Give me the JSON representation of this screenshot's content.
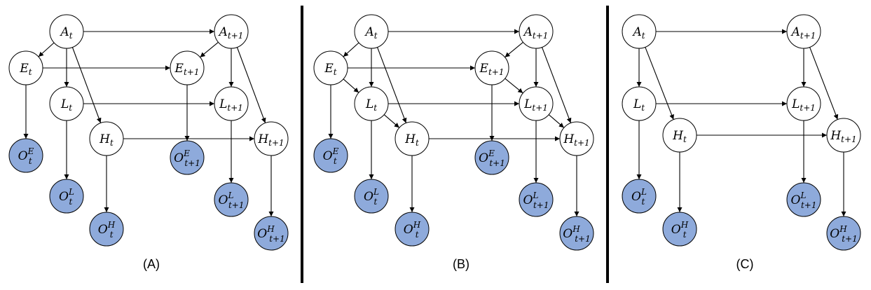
{
  "figure": {
    "panels": [
      {
        "id": "A",
        "label": "(A)",
        "nodes": [
          {
            "id": "At",
            "base": "A",
            "sub": "t",
            "sup": "",
            "observed": false
          },
          {
            "id": "At1",
            "base": "A",
            "sub": "t+1",
            "sup": "",
            "observed": false
          },
          {
            "id": "Et",
            "base": "E",
            "sub": "t",
            "sup": "",
            "observed": false
          },
          {
            "id": "Et1",
            "base": "E",
            "sub": "t+1",
            "sup": "",
            "observed": false
          },
          {
            "id": "Lt",
            "base": "L",
            "sub": "t",
            "sup": "",
            "observed": false
          },
          {
            "id": "Lt1",
            "base": "L",
            "sub": "t+1",
            "sup": "",
            "observed": false
          },
          {
            "id": "Ht",
            "base": "H",
            "sub": "t",
            "sup": "",
            "observed": false
          },
          {
            "id": "Ht1",
            "base": "H",
            "sub": "t+1",
            "sup": "",
            "observed": false
          },
          {
            "id": "OEt",
            "base": "O",
            "sub": "t",
            "sup": "E",
            "observed": true
          },
          {
            "id": "OEt1",
            "base": "O",
            "sub": "t+1",
            "sup": "E",
            "observed": true
          },
          {
            "id": "OLt",
            "base": "O",
            "sub": "t",
            "sup": "L",
            "observed": true
          },
          {
            "id": "OLt1",
            "base": "O",
            "sub": "t+1",
            "sup": "L",
            "observed": true
          },
          {
            "id": "OHt",
            "base": "O",
            "sub": "t",
            "sup": "H",
            "observed": true
          },
          {
            "id": "OHt1",
            "base": "O",
            "sub": "t+1",
            "sup": "H",
            "observed": true
          }
        ],
        "edges": [
          [
            "At",
            "At1"
          ],
          [
            "At",
            "Et"
          ],
          [
            "At",
            "Lt"
          ],
          [
            "At",
            "Ht"
          ],
          [
            "At1",
            "Et1"
          ],
          [
            "At1",
            "Lt1"
          ],
          [
            "At1",
            "Ht1"
          ],
          [
            "Et",
            "Et1"
          ],
          [
            "Lt",
            "Lt1"
          ],
          [
            "Ht",
            "Ht1"
          ],
          [
            "Et",
            "OEt"
          ],
          [
            "Lt",
            "OLt"
          ],
          [
            "Ht",
            "OHt"
          ],
          [
            "Et1",
            "OEt1"
          ],
          [
            "Lt1",
            "OLt1"
          ],
          [
            "Ht1",
            "OHt1"
          ]
        ]
      },
      {
        "id": "B",
        "label": "(B)",
        "nodes": [
          {
            "id": "At",
            "base": "A",
            "sub": "t",
            "sup": "",
            "observed": false
          },
          {
            "id": "At1",
            "base": "A",
            "sub": "t+1",
            "sup": "",
            "observed": false
          },
          {
            "id": "Et",
            "base": "E",
            "sub": "t",
            "sup": "",
            "observed": false
          },
          {
            "id": "Et1",
            "base": "E",
            "sub": "t+1",
            "sup": "",
            "observed": false
          },
          {
            "id": "Lt",
            "base": "L",
            "sub": "t",
            "sup": "",
            "observed": false
          },
          {
            "id": "Lt1",
            "base": "L",
            "sub": "t+1",
            "sup": "",
            "observed": false
          },
          {
            "id": "Ht",
            "base": "H",
            "sub": "t",
            "sup": "",
            "observed": false
          },
          {
            "id": "Ht1",
            "base": "H",
            "sub": "t+1",
            "sup": "",
            "observed": false
          },
          {
            "id": "OEt",
            "base": "O",
            "sub": "t",
            "sup": "E",
            "observed": true
          },
          {
            "id": "OEt1",
            "base": "O",
            "sub": "t+1",
            "sup": "E",
            "observed": true
          },
          {
            "id": "OLt",
            "base": "O",
            "sub": "t",
            "sup": "L",
            "observed": true
          },
          {
            "id": "OLt1",
            "base": "O",
            "sub": "t+1",
            "sup": "L",
            "observed": true
          },
          {
            "id": "OHt",
            "base": "O",
            "sub": "t",
            "sup": "H",
            "observed": true
          },
          {
            "id": "OHt1",
            "base": "O",
            "sub": "t+1",
            "sup": "H",
            "observed": true
          }
        ],
        "edges": [
          [
            "At",
            "At1"
          ],
          [
            "At",
            "Et"
          ],
          [
            "At",
            "Lt"
          ],
          [
            "At",
            "Ht"
          ],
          [
            "At1",
            "Et1"
          ],
          [
            "At1",
            "Lt1"
          ],
          [
            "At1",
            "Ht1"
          ],
          [
            "Et",
            "Et1"
          ],
          [
            "Lt",
            "Lt1"
          ],
          [
            "Ht",
            "Ht1"
          ],
          [
            "Et",
            "Lt"
          ],
          [
            "Lt",
            "Ht"
          ],
          [
            "Et1",
            "Lt1"
          ],
          [
            "Lt1",
            "Ht1"
          ],
          [
            "Et",
            "OEt"
          ],
          [
            "Lt",
            "OLt"
          ],
          [
            "Ht",
            "OHt"
          ],
          [
            "Et1",
            "OEt1"
          ],
          [
            "Lt1",
            "OLt1"
          ],
          [
            "Ht1",
            "OHt1"
          ]
        ]
      },
      {
        "id": "C",
        "label": "(C)",
        "nodes": [
          {
            "id": "At",
            "base": "A",
            "sub": "t",
            "sup": "",
            "observed": false
          },
          {
            "id": "At1",
            "base": "A",
            "sub": "t+1",
            "sup": "",
            "observed": false
          },
          {
            "id": "Lt",
            "base": "L",
            "sub": "t",
            "sup": "",
            "observed": false
          },
          {
            "id": "Lt1",
            "base": "L",
            "sub": "t+1",
            "sup": "",
            "observed": false
          },
          {
            "id": "Ht",
            "base": "H",
            "sub": "t",
            "sup": "",
            "observed": false
          },
          {
            "id": "Ht1",
            "base": "H",
            "sub": "t+1",
            "sup": "",
            "observed": false
          },
          {
            "id": "OLt",
            "base": "O",
            "sub": "t",
            "sup": "L",
            "observed": true
          },
          {
            "id": "OLt1",
            "base": "O",
            "sub": "t+1",
            "sup": "L",
            "observed": true
          },
          {
            "id": "OHt",
            "base": "O",
            "sub": "t",
            "sup": "H",
            "observed": true
          },
          {
            "id": "OHt1",
            "base": "O",
            "sub": "t+1",
            "sup": "H",
            "observed": true
          }
        ],
        "edges": [
          [
            "At",
            "At1"
          ],
          [
            "At",
            "Lt"
          ],
          [
            "At",
            "Ht"
          ],
          [
            "At1",
            "Lt1"
          ],
          [
            "At1",
            "Ht1"
          ],
          [
            "Lt",
            "Lt1"
          ],
          [
            "Ht",
            "Ht1"
          ],
          [
            "Lt",
            "OLt"
          ],
          [
            "Ht",
            "OHt"
          ],
          [
            "Lt1",
            "OLt1"
          ],
          [
            "Ht1",
            "OHt1"
          ]
        ]
      }
    ],
    "colors": {
      "observed_fill": "#8eaadb",
      "latent_fill": "#ffffff",
      "stroke": "#000000"
    }
  }
}
